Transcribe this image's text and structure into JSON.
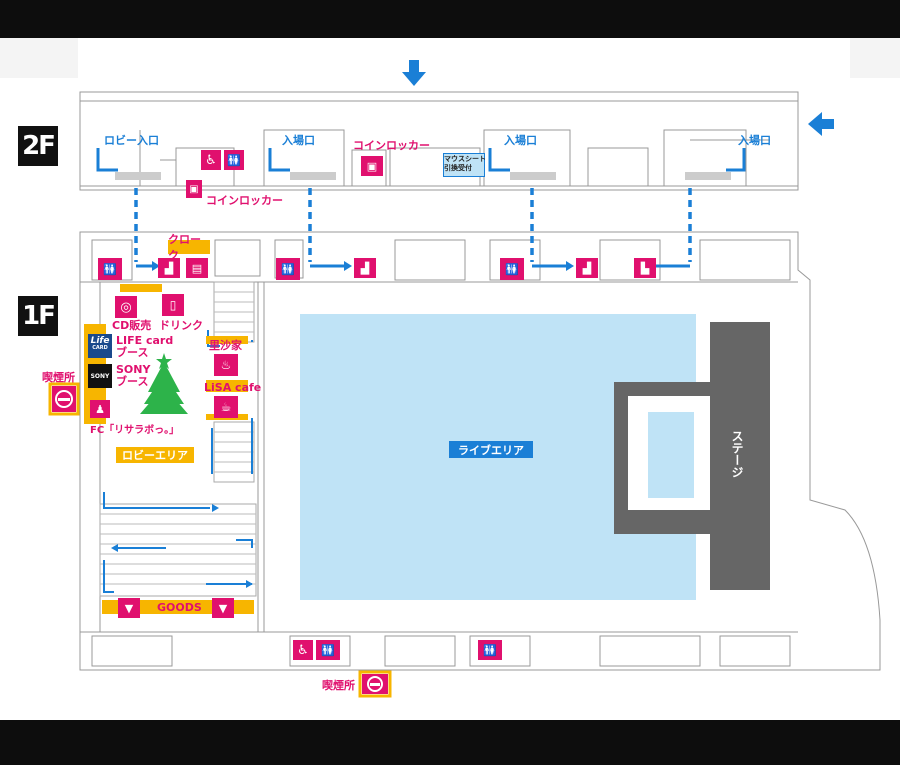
{
  "floors": {
    "f2": "2F",
    "f1": "1F"
  },
  "labels": {
    "lobby_entrance": "ロビー入口",
    "entrance_1": "入場口",
    "entrance_2": "入場口",
    "entrance_3": "入場口",
    "coin_locker_top": "コインロッカー",
    "coin_locker_bottom": "コインロッカー",
    "mouse_sheet": "マウスシート\n引換受付",
    "cloak": "クローク",
    "cd_sales": "CD販売",
    "drink": "ドリンク",
    "life_card": "LIFE card\nブース",
    "sony": "SONY\nブース",
    "smoking_left": "喫煙所",
    "fc": "FC「リサラボっ。」",
    "lobby_area": "ロビーエリア",
    "satosaya": "里沙家",
    "lisa_cafe": "LiSA cafe",
    "goods": "GOODS",
    "live_area": "ライブエリア",
    "stage": "ステージ",
    "smoking_bottom": "喫煙所",
    "lifecard_logo": "Life",
    "lifecard_logo_sub": "CARD",
    "sony_logo": "SONY"
  },
  "colors": {
    "accent_blue": "#1a7fd6",
    "pink": "#e0106e",
    "yellow": "#f7b500",
    "live_area": "#bfe3f6",
    "stage": "#666666",
    "tree": "#2db34a"
  },
  "icons": [
    "arrow-down-icon",
    "arrow-left-icon",
    "wheelchair-icon",
    "restroom-icon",
    "locker-icon",
    "cd-icon",
    "drink-icon",
    "cloak-icon",
    "smoking-icon",
    "fc-person-icon",
    "ramen-icon",
    "coffee-icon",
    "tshirt-icon",
    "christmas-tree-icon",
    "stairs-icon"
  ]
}
